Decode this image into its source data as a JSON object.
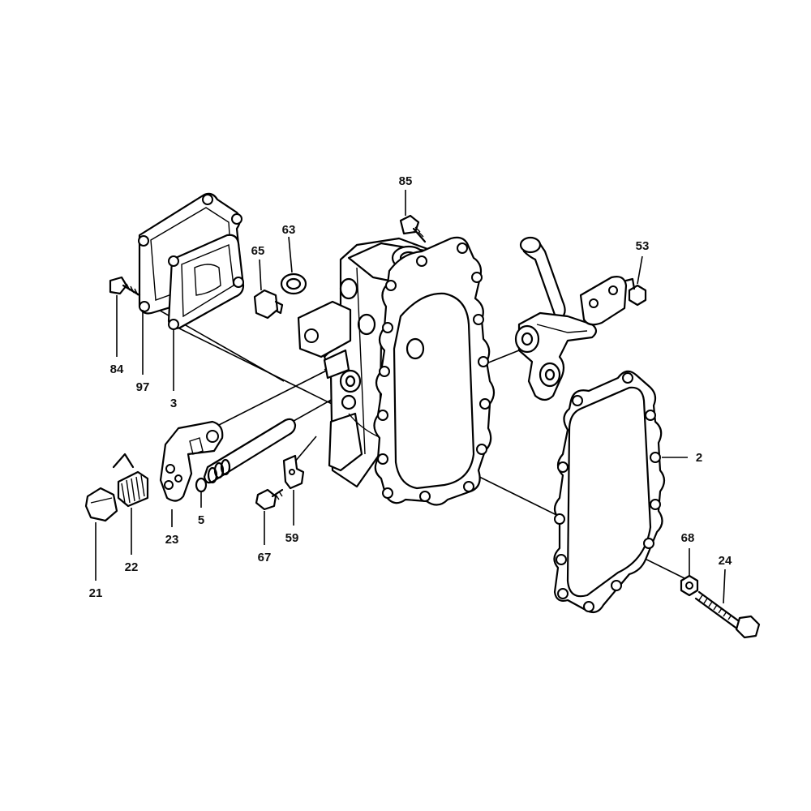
{
  "callouts": [
    {
      "id": "85",
      "label": "85"
    },
    {
      "id": "63",
      "label": "63"
    },
    {
      "id": "65",
      "label": "65"
    },
    {
      "id": "53",
      "label": "53"
    },
    {
      "id": "84",
      "label": "84"
    },
    {
      "id": "97",
      "label": "97"
    },
    {
      "id": "3",
      "label": "3"
    },
    {
      "id": "2",
      "label": "2"
    },
    {
      "id": "23",
      "label": "23"
    },
    {
      "id": "5",
      "label": "5"
    },
    {
      "id": "59",
      "label": "59"
    },
    {
      "id": "67",
      "label": "67"
    },
    {
      "id": "68",
      "label": "68"
    },
    {
      "id": "24",
      "label": "24"
    },
    {
      "id": "22",
      "label": "22"
    },
    {
      "id": "21",
      "label": "21"
    }
  ],
  "colors": {
    "line": "#000000",
    "background": "#ffffff"
  }
}
